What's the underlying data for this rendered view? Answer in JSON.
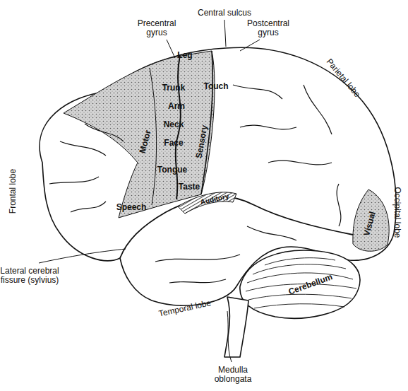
{
  "diagram": {
    "labels": [
      "Central sulcus",
      "Precentral gyrus",
      "Postcentral gyrus",
      "Parietal lobe",
      "Leg",
      "Trunk",
      "Arm",
      "Neck",
      "Face",
      "Tongue",
      "Taste",
      "Touch",
      "Motor",
      "Sensory",
      "Speech",
      "Auditory",
      "Frontal lobe",
      "Occipital lobe",
      "Visual",
      "Lateral cerebral fissure (sylvius)",
      "Cerebellum",
      "Temporal lobe",
      "Medulla oblongata"
    ]
  }
}
